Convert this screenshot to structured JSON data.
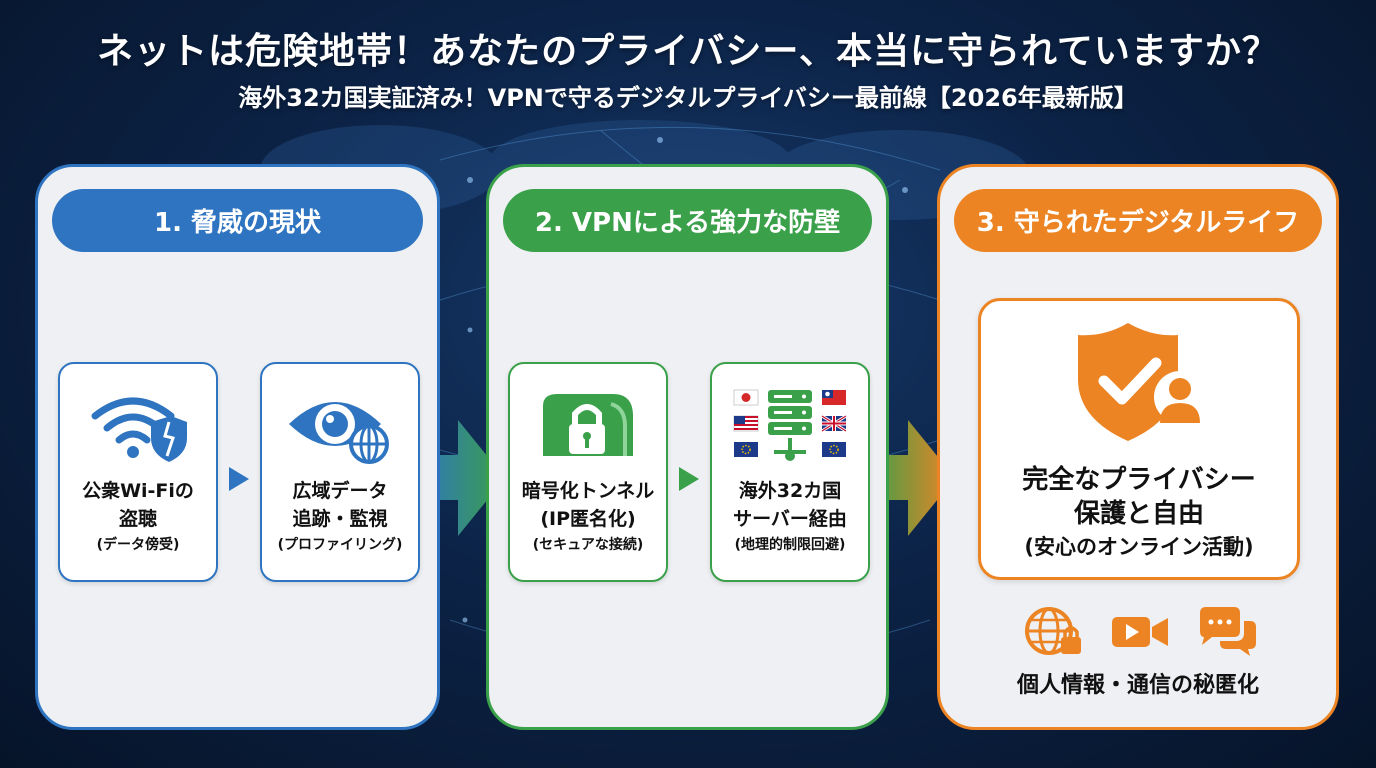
{
  "header": {
    "title": "ネットは危険地帯！あなたのプライバシー、本当に守られていますか？",
    "subtitle": "海外32カ国実証済み！VPNで守るデジタルプライバシー最前線【2026年最新版】"
  },
  "colors": {
    "blue": "#2f74c0",
    "green": "#3aa04a",
    "orange": "#ec8424"
  },
  "panels": [
    {
      "heading": "1. 脅威の現状",
      "cards": [
        {
          "icon": "broken-wifi-shield-icon",
          "line1": "公衆Wi-Fiの",
          "line2": "盗聴",
          "line3": "(データ傍受)"
        },
        {
          "icon": "eye-globe-icon",
          "line1": "広域データ",
          "line2": "追跡・監視",
          "line3": "(プロファイリング)"
        }
      ]
    },
    {
      "heading": "2. VPNによる強力な防壁",
      "cards": [
        {
          "icon": "lock-tunnel-icon",
          "line1": "暗号化トンネル",
          "line2": "(IP匿名化)",
          "line3": "(セキュアな接続)"
        },
        {
          "icon": "server-flags-icon",
          "line1": "海外32カ国",
          "line2": "サーバー経由",
          "line3": "(地理的制限回避)"
        }
      ]
    },
    {
      "heading": "3. 守られたデジタルライフ",
      "main": {
        "icon": "shield-check-user-icon",
        "line1": "完全なプライバシー",
        "line2": "保護と自由",
        "line3": "(安心のオンライン活動)"
      },
      "small_icons": [
        "globe-lock-icon",
        "video-camera-icon",
        "chat-bubbles-icon"
      ],
      "caption": "個人情報・通信の秘匿化"
    }
  ]
}
